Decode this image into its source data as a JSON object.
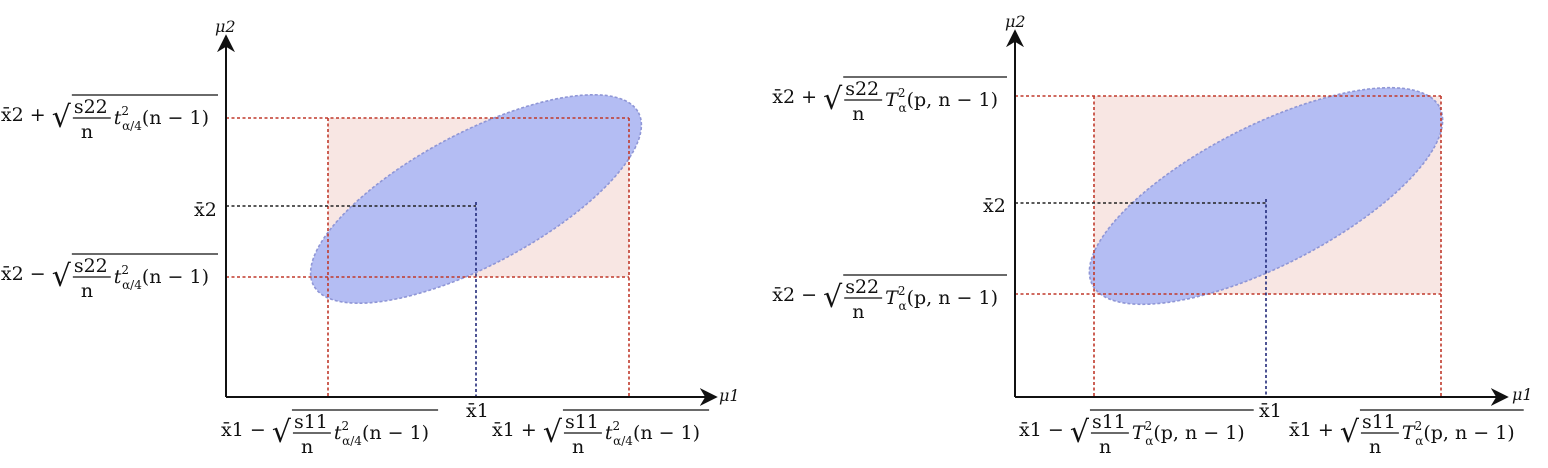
{
  "colors": {
    "axis": "#111111",
    "guide": "#c0392b",
    "center": "#222a7a",
    "ellipse_fill": "#b4bdf3",
    "ellipse_stroke": "#8f96d6",
    "rect_fill": "#f8e6e3"
  },
  "left_panel": {
    "x_axis": "μ1",
    "y_axis": "μ2",
    "x_center": "x̄1",
    "y_center": "x̄2",
    "y_upper": {
      "pre": "x̄2 + ",
      "num": "s22",
      "den": "n",
      "stat": "t",
      "sup": "2",
      "sub": "α/4",
      "post": "(n − 1)"
    },
    "y_lower": {
      "pre": "x̄2 − ",
      "num": "s22",
      "den": "n",
      "stat": "t",
      "sup": "2",
      "sub": "α/4",
      "post": "(n − 1)"
    },
    "x_lower": {
      "pre": "x̄1 − ",
      "num": "s11",
      "den": "n",
      "stat": "t",
      "sup": "2",
      "sub": "α/4",
      "post": "(n − 1)"
    },
    "x_upper": {
      "pre": "x̄1 + ",
      "num": "s11",
      "den": "n",
      "stat": "t",
      "sup": "2",
      "sub": "α/4",
      "post": "(n − 1)"
    }
  },
  "right_panel": {
    "x_axis": "μ1",
    "y_axis": "μ2",
    "x_center": "x̄1",
    "y_center": "x̄2",
    "y_upper": {
      "pre": "x̄2 + ",
      "num": "s22",
      "den": "n",
      "stat": "T",
      "sup": "2",
      "sub": "α",
      "post": "(p, n − 1)"
    },
    "y_lower": {
      "pre": "x̄2 − ",
      "num": "s22",
      "den": "n",
      "stat": "T",
      "sup": "2",
      "sub": "α",
      "post": "(p, n − 1)"
    },
    "x_lower": {
      "pre": "x̄1 − ",
      "num": "s11",
      "den": "n",
      "stat": "T",
      "sup": "2",
      "sub": "α",
      "post": "(p, n − 1)"
    },
    "x_upper": {
      "pre": "x̄1 + ",
      "num": "s11",
      "den": "n",
      "stat": "T",
      "sup": "2",
      "sub": "α",
      "post": "(p, n − 1)"
    }
  }
}
